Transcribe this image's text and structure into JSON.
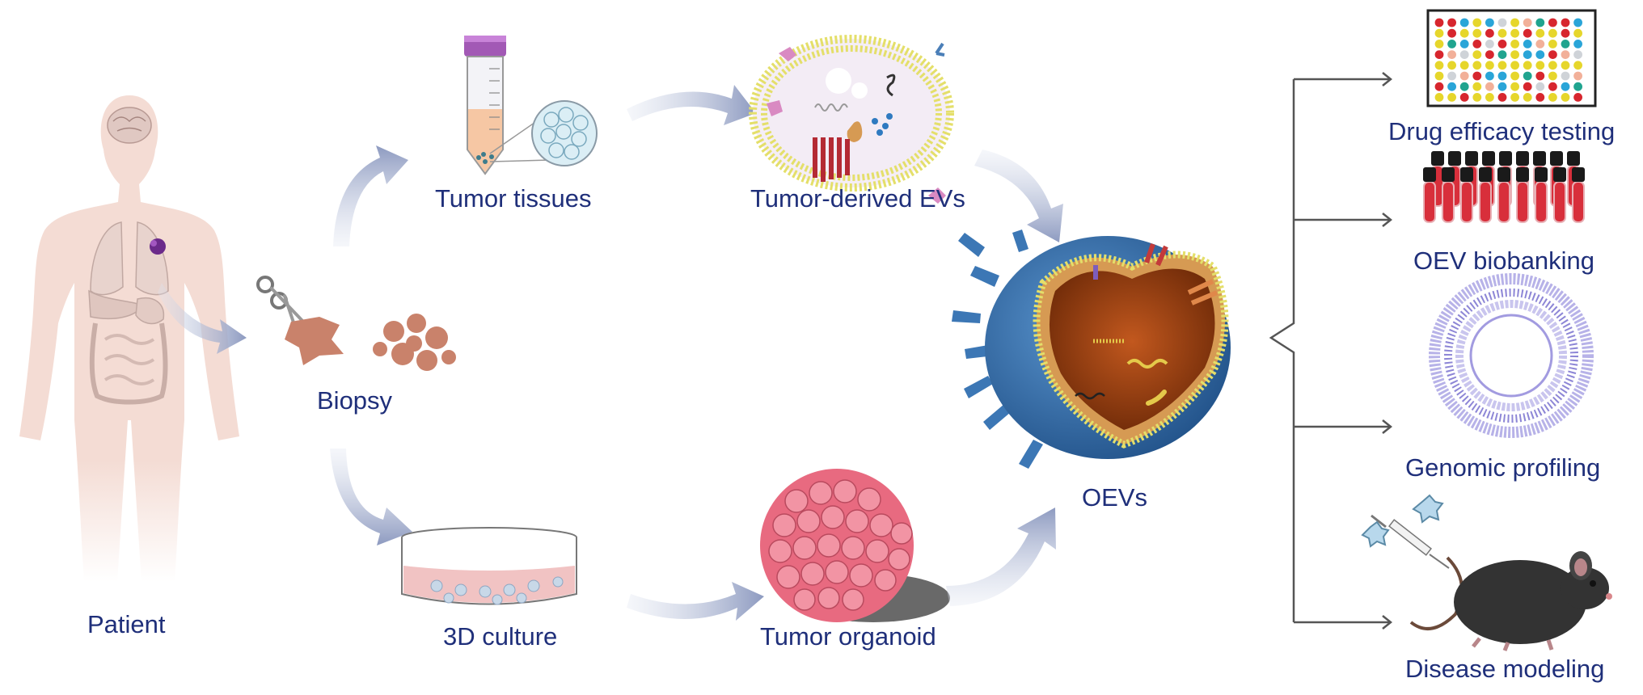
{
  "labels": {
    "patient": "Patient",
    "biopsy": "Biopsy",
    "tumor_tissues": "Tumor tissues",
    "tumor_evs": "Tumor-derived EVs",
    "culture_3d": "3D culture",
    "tumor_organoid": "Tumor organoid",
    "oevs": "OEVs"
  },
  "applications": [
    {
      "label": "Drug efficacy testing",
      "icon": "well-plate-icon"
    },
    {
      "label": "OEV biobanking",
      "icon": "vial-rack-icon"
    },
    {
      "label": "Genomic profiling",
      "icon": "circos-plot-icon"
    },
    {
      "label": "Disease modeling",
      "icon": "mouse-model-icon"
    }
  ],
  "colors": {
    "label_text": "#1f2f7a",
    "arrow": "#9aa6c6",
    "body": "#f4dcd4",
    "ev_membrane": "#e4df6a",
    "organoid": "#e86a80",
    "oev_shell": "#2f6aa8",
    "oev_core": "#9c3f10",
    "vial_cap": "#1a1a1a",
    "vial_liquid": "#d82f3b"
  }
}
